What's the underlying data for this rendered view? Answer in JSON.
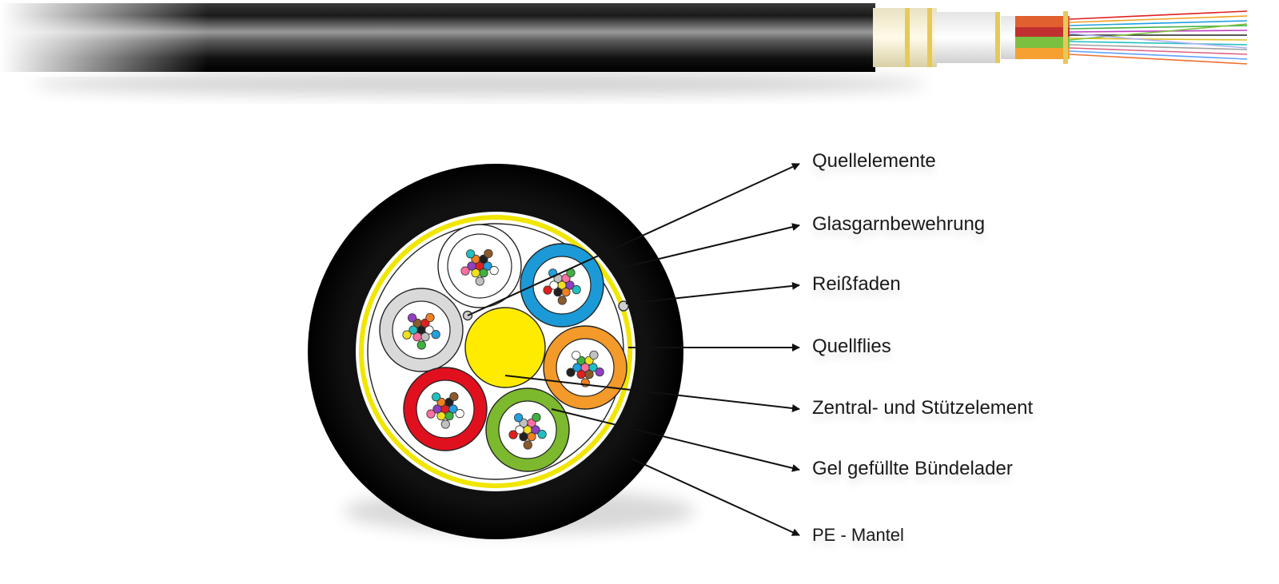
{
  "labels": {
    "quellelemente": "Quellelemente",
    "glasgarnbewehrung": "Glasgarnbewehrung",
    "reissfaden": "Reißfaden",
    "quellflies": "Quellflies",
    "zentralelement": "Zentral- und Stützelement",
    "buendelader": "Gel gefüllte Bündelader",
    "mantel": "PE - Mantel"
  },
  "colors": {
    "jacket": "#0d0d0d",
    "yarn_ring": "#f0e600",
    "central_element": "#ffeb00",
    "tube_blue": "#1b9ad7",
    "tube_orange": "#f39a2a",
    "tube_green": "#7cb92e",
    "tube_red": "#e0101f",
    "tube_grey": "#d9d9d9",
    "tube_white": "#ffffff"
  },
  "icons": {
    "arrow": "arrowhead-right-icon"
  }
}
